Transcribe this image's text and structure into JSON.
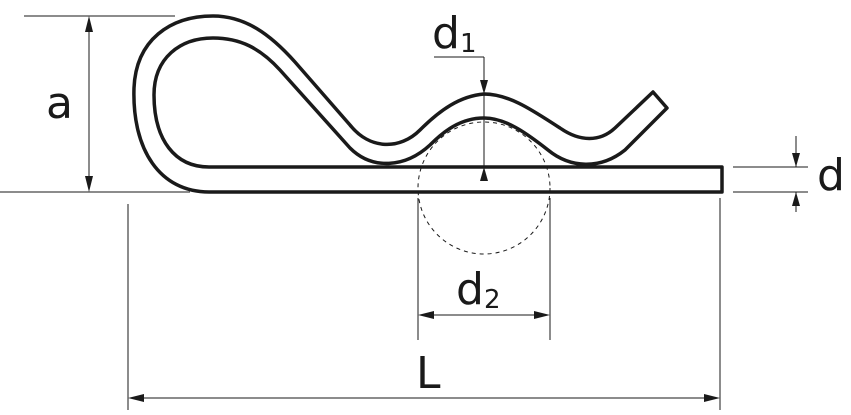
{
  "labels": {
    "a": "a",
    "d1_main": "d",
    "d1_sub": "1",
    "d2_main": "d",
    "d2_sub": "2",
    "d": "d",
    "L": "L"
  },
  "colors": {
    "line": "#1a1a1a",
    "background": "#ffffff"
  }
}
